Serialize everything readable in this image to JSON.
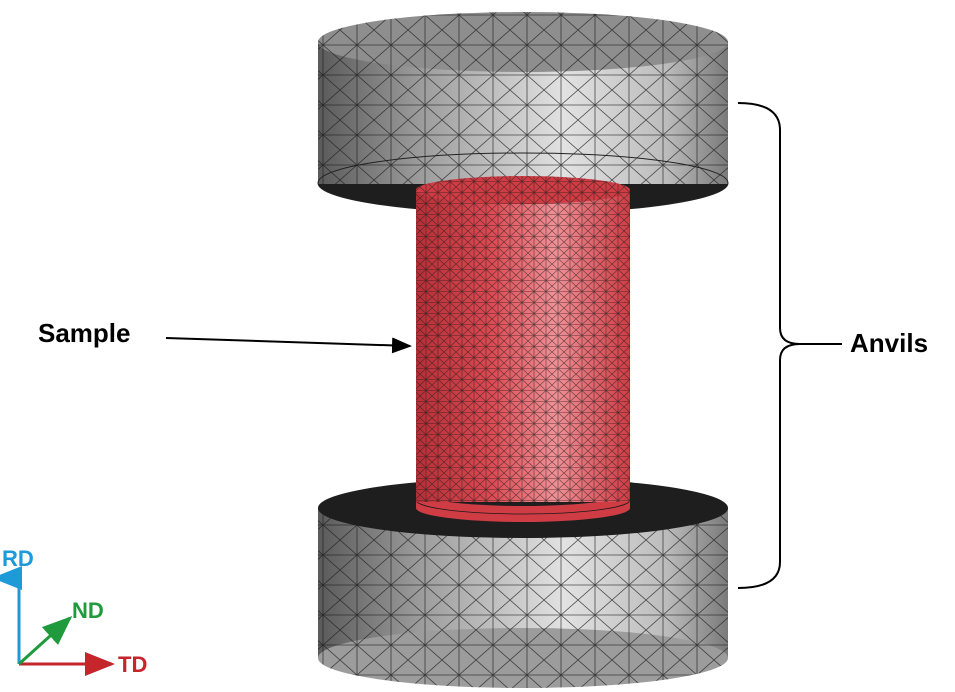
{
  "labels": {
    "sample": "Sample",
    "anvils": "Anvils"
  },
  "axes": {
    "rd": "RD",
    "nd": "ND",
    "td": "TD"
  },
  "colors": {
    "anvil": "#9a9a9a",
    "anvil_light": "#e6e6e6",
    "anvil_dark": "#4a4a4a",
    "sample": "#d9434c",
    "sample_light": "#f08a90",
    "rd_axis": "#1f9ad8",
    "nd_axis": "#1f9a3c",
    "td_axis": "#c4262b",
    "mesh": "#1a1a1a"
  }
}
